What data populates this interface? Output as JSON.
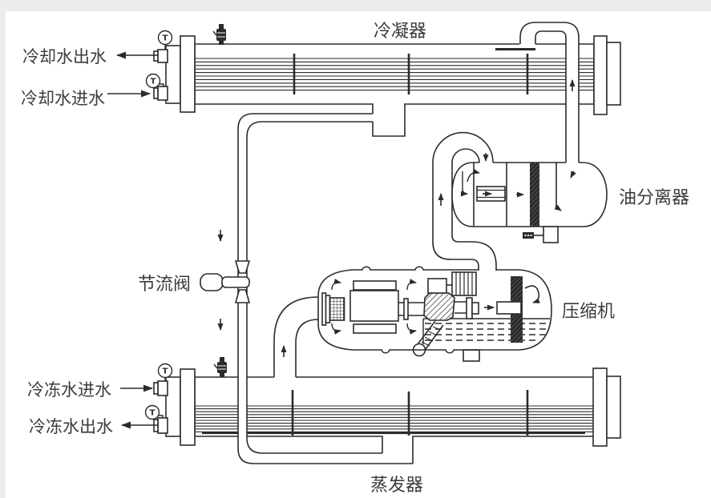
{
  "diagram": {
    "type": "schematic",
    "subject": "water-cooled screw chiller refrigeration cycle",
    "labels": {
      "condenser": "冷凝器",
      "cooling_water_out": "冷却水出水",
      "cooling_water_in": "冷却水进水",
      "oil_separator": "油分离器",
      "throttle_valve": "节流阀",
      "compressor": "压缩机",
      "chilled_water_in": "冷冻水进水",
      "chilled_water_out": "冷冻水出水",
      "evaporator": "蒸发器"
    },
    "gauge_symbol": "T",
    "colors": {
      "line": "#2b2b2b",
      "background": "#ffffff",
      "frame": "#ececec",
      "text": "#3c3c3c"
    }
  }
}
